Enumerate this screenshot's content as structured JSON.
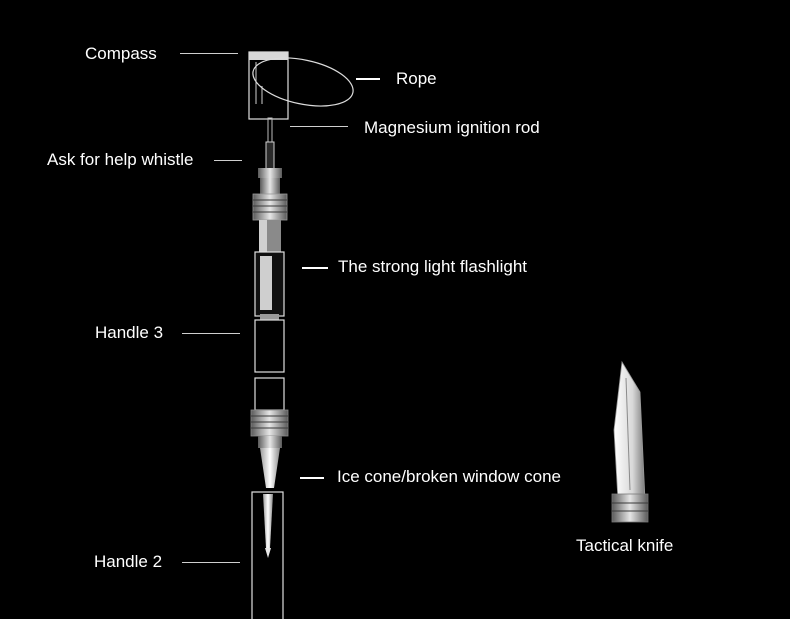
{
  "labels": {
    "compass": "Compass",
    "rope": "Rope",
    "magnesium_rod": "Magnesium ignition rod",
    "whistle": "Ask for help whistle",
    "flashlight": "The strong light flashlight",
    "handle_3": "Handle 3",
    "ice_cone": "Ice cone/broken window cone",
    "handle_2": "Handle 2",
    "tactical_knife": "Tactical knife"
  },
  "colors": {
    "background": "#000000",
    "text": "#ffffff",
    "line": "#cfcfcf",
    "metal_light": "#e8e8e8",
    "metal_dark": "#6e6e6e"
  }
}
